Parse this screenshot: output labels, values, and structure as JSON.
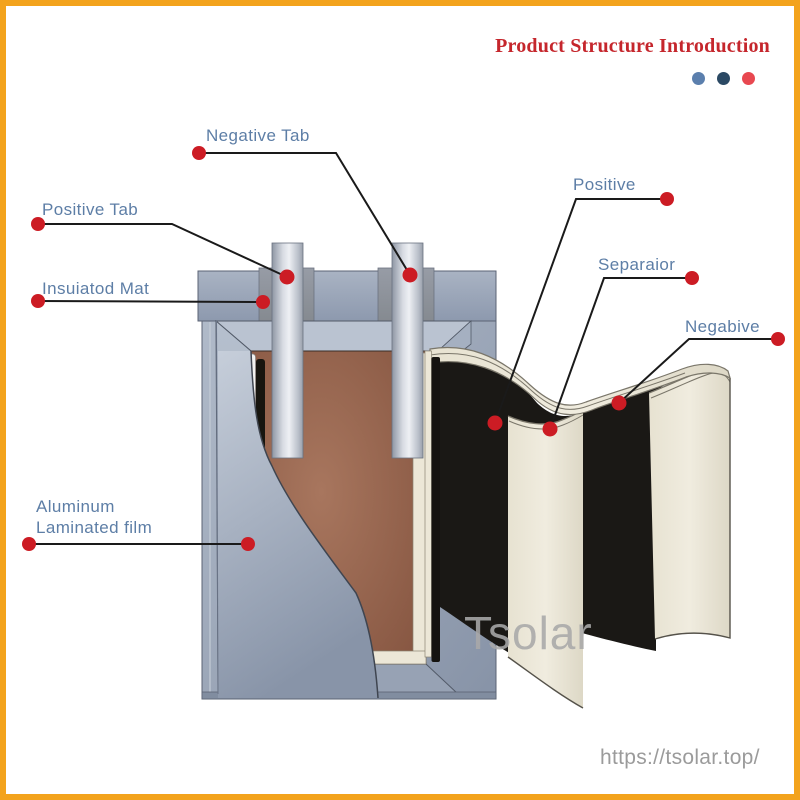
{
  "header": {
    "title": "Product Structure Introduction",
    "dot_colors": [
      "#5b7fad",
      "#2b4964",
      "#e84850"
    ]
  },
  "labels": {
    "negative_tab": "Negative Tab",
    "positive_tab": "Positive Tab",
    "insulated_mat": "Insuiatod Mat",
    "aluminum_film_line1": "Aluminum",
    "aluminum_film_line2": "Laminated film",
    "positive": "Positive",
    "separator": "Separaior",
    "negative": "Negabive"
  },
  "watermark": "Tsolar",
  "footer": {
    "url": "https://tsolar.top/"
  },
  "colors": {
    "marker_red": "#cc1c24",
    "label_blue": "#5d7ea6",
    "title_red": "#c5262c",
    "border_orange": "#f3a31d",
    "pouch_gray": "#9aa5b6",
    "cavity_brown": "#9a6750",
    "separator_cream": "#ece7d7",
    "electrode_black": "#1a1815"
  }
}
